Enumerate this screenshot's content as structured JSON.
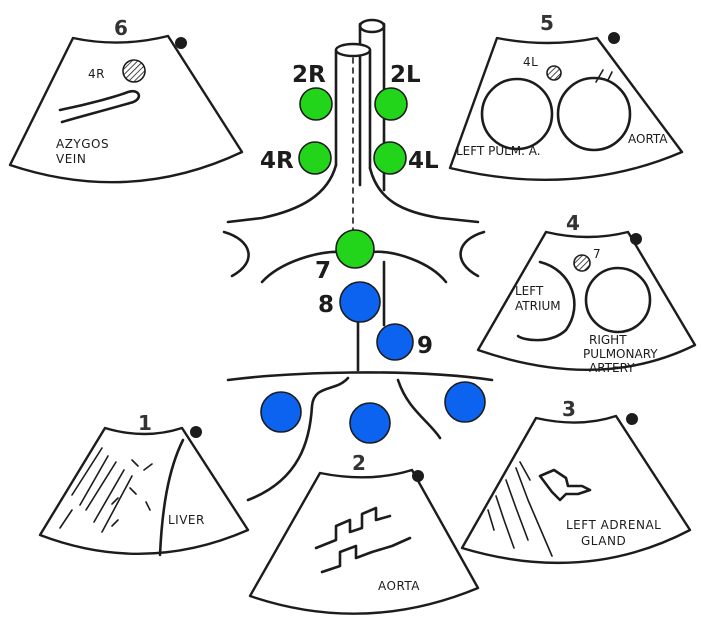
{
  "colors": {
    "green_node": "#22d51b",
    "blue_node": "#0b63f0",
    "outline": "#1c1c1c"
  },
  "central": {
    "station_labels": {
      "s2R": "2R",
      "s2L": "2L",
      "s4R": "4R",
      "s4L": "4L",
      "s7": "7",
      "s8": "8",
      "s9": "9"
    }
  },
  "views": {
    "v1": {
      "number": "1",
      "labels": {
        "liver": "LIVER"
      }
    },
    "v2": {
      "number": "2",
      "labels": {
        "aorta": "AORTA"
      }
    },
    "v3": {
      "number": "3",
      "labels": {
        "line1": "LEFT ADRENAL",
        "line2": "GLAND"
      }
    },
    "v4": {
      "number": "4",
      "labels": {
        "node": "7",
        "left1": "LEFT",
        "left2": "ATRIUM",
        "right1": "RIGHT",
        "right2": "PULMONARY",
        "right3": "ARTERY"
      }
    },
    "v5": {
      "number": "5",
      "labels": {
        "node": "4L",
        "pulm": "LEFT PULM. A.",
        "aorta": "AORTA"
      }
    },
    "v6": {
      "number": "6",
      "labels": {
        "node": "4R",
        "line1": "AZYGOS",
        "line2": "VEIN"
      }
    }
  }
}
